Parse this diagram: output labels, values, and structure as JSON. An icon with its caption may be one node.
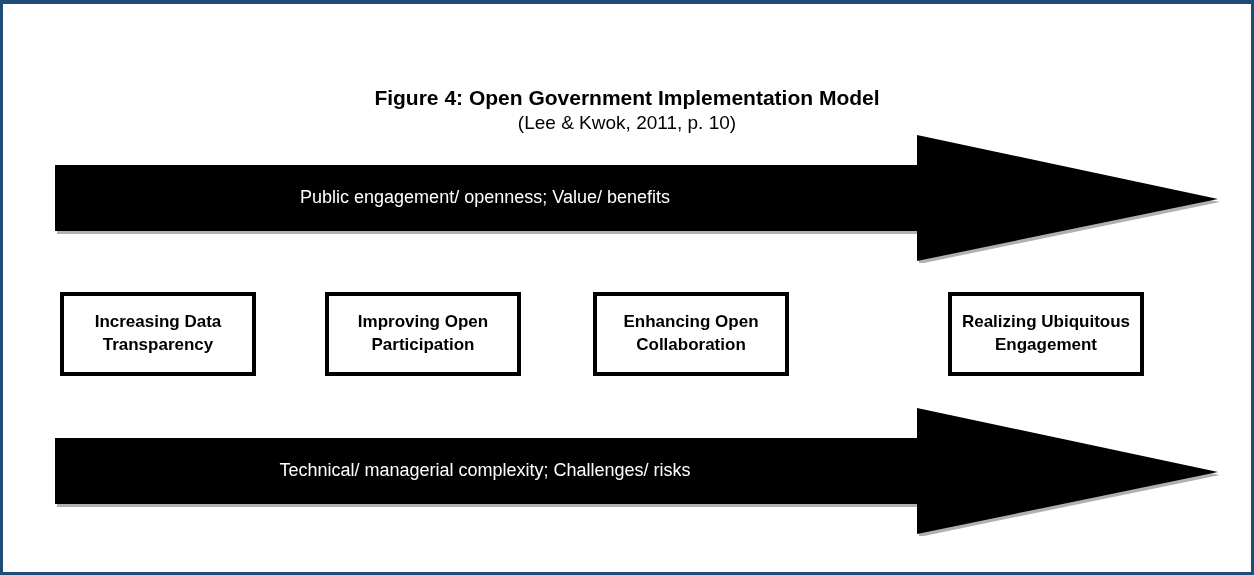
{
  "diagram": {
    "title": "Figure 4: Open Government Implementation Model",
    "caption": "(Lee & Kwok, 2011, p. 10)",
    "nodes": [
      {
        "text": [
          "Public engagement/ openness; Value/ benefits"
        ]
      },
      {
        "text": [
          "Increasing Data Transparency"
        ]
      },
      {
        "text": [
          "Improving Open Participation"
        ]
      },
      {
        "text": [
          "Enhancing Open Collaboration"
        ]
      },
      {
        "text": [
          "Realizing Ubiquitous Engagement"
        ]
      },
      {
        "text": [
          "Technical/ managerial complexity; Challenges/ risks"
        ]
      }
    ],
    "edges": []
  }
}
